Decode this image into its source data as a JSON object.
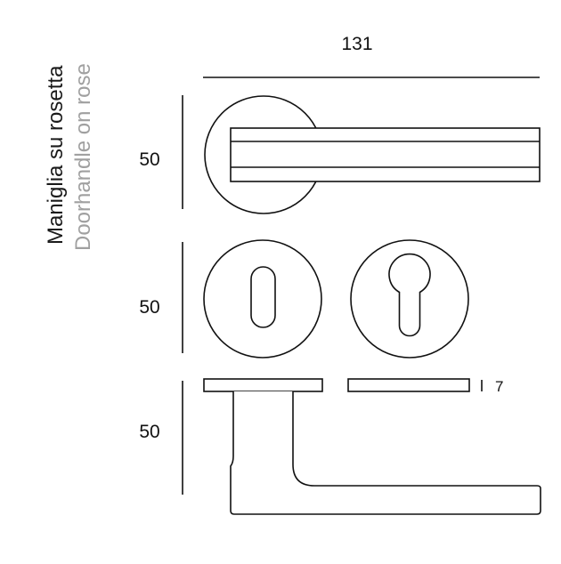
{
  "title": {
    "italian": "Maniglia su rosetta",
    "english": "Doorhandle on rose"
  },
  "dimensions": {
    "overall_width": "131",
    "handle_rose_height": "50",
    "escutcheon_height": "50",
    "profile_height": "50",
    "rose_thickness": "7"
  },
  "colors": {
    "ink": "#111111",
    "title_secondary": "#a0a0a0"
  }
}
